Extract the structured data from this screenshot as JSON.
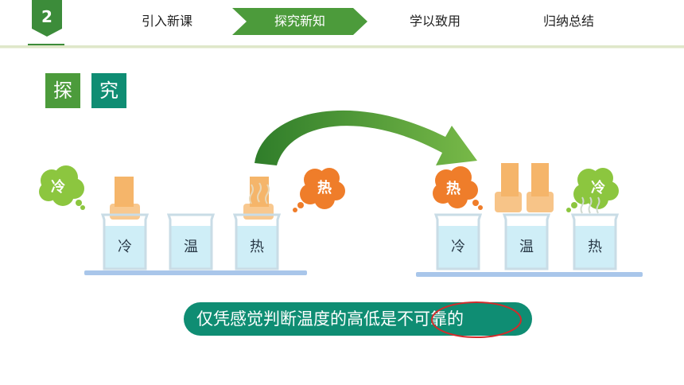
{
  "header": {
    "section_number": "2",
    "tabs": [
      {
        "label": "引入新课",
        "active": false
      },
      {
        "label": "探究新知",
        "active": true
      },
      {
        "label": "学以致用",
        "active": false
      },
      {
        "label": "归纳总结",
        "active": false
      }
    ],
    "active_color": "#4c9b3b"
  },
  "explore_tags": [
    "探",
    "究"
  ],
  "left_experiment": {
    "beakers": [
      "冷",
      "温",
      "热"
    ],
    "clouds": [
      "冷",
      "热"
    ]
  },
  "right_experiment": {
    "beakers": [
      "冷",
      "温",
      "热"
    ],
    "clouds": [
      "热",
      "冷"
    ]
  },
  "conclusion": {
    "prefix": "仅凭感觉判断温度的高低是",
    "highlight": "不可靠的"
  },
  "colors": {
    "green": "#4c9b3b",
    "teal": "#0f8d73",
    "cold_cloud": "#8cc63f",
    "hot_cloud": "#ef7d2a",
    "hand": "#f5b56a",
    "circle": "#d22b2b"
  },
  "icons": [
    "curved-arrow-icon",
    "hand-icon",
    "steam-icon",
    "cloud-icon"
  ]
}
